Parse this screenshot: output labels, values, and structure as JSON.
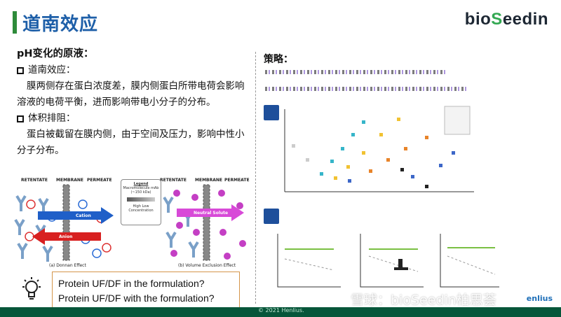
{
  "header": {
    "title": "道南效应",
    "brand": {
      "prefix": "bio",
      "mid": "S",
      "suffix": "eedin"
    }
  },
  "left": {
    "heading": "pH变化的原液：",
    "items": [
      {
        "label": "道南效应：",
        "text": "膜两侧存在蛋白浓度差，膜内侧蛋白所带电荷会影响溶液的电荷平衡，进而影响带电小分子的分布。"
      },
      {
        "label": "体积排阻：",
        "text": "蛋白被截留在膜内侧，由于空间及压力，影响中性小分子分布。"
      }
    ]
  },
  "figure": {
    "left_labels": [
      "RETENTATE",
      "MEMBRANE",
      "PERMEATE"
    ],
    "right_labels": [
      "RETENTATE",
      "MEMBRANE",
      "PERMEATE"
    ],
    "cation": "Cation",
    "anion": "Anion",
    "neutral": "Neutral Solute",
    "legend_title": "Legend",
    "legend_lines": [
      "Macromolecule mAb",
      "(~150 kDa)",
      "High      Low",
      "Concentration"
    ],
    "caption_a": "(a) Donnan Effect",
    "caption_b": "(b) Volume Exclusion Effect"
  },
  "questions": [
    "Protein UF/DF in the formulation?",
    "Protein  UF/DF with the formulation?"
  ],
  "right": {
    "heading": "策略："
  },
  "footer": {
    "copyright": "© 2021 Henlius.",
    "watermark": "雪球：bioSeedin柏思荟",
    "company": "enlius"
  },
  "colors": {
    "title": "#1e5fa8",
    "accent": "#2e8b3a",
    "footer": "#06563a",
    "box_border": "#d4954a"
  }
}
